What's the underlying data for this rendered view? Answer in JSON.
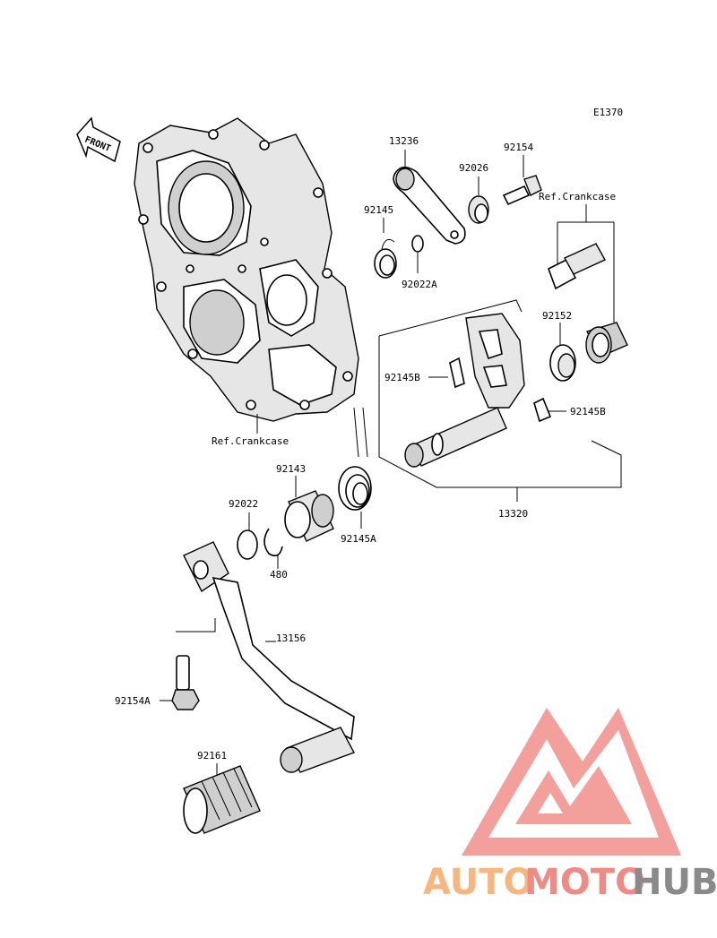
{
  "diagram_code": "E1370",
  "front_label": "FRONT",
  "labels": {
    "p13236": "13236",
    "p92154": "92154",
    "p92026": "92026",
    "ref_crankcase_top": "Ref.Crankcase",
    "p92145": "92145",
    "p92022A": "92022A",
    "p92152": "92152",
    "p92145B_left": "92145B",
    "p92145B_right": "92145B",
    "ref_crankcase_bottom": "Ref.Crankcase",
    "p92143": "92143",
    "p92022": "92022",
    "p92145A": "92145A",
    "p13320": "13320",
    "p480": "480",
    "p13156": "13156",
    "p92154A": "92154A",
    "p92161": "92161"
  },
  "watermark": {
    "part1": "AUTO",
    "part2": "MOTO",
    "part3": "HUB",
    "colors": {
      "auto": "#f7b680",
      "moto": "#f08a84",
      "hub": "#8a8a8a",
      "logo": "#f39a96"
    }
  }
}
